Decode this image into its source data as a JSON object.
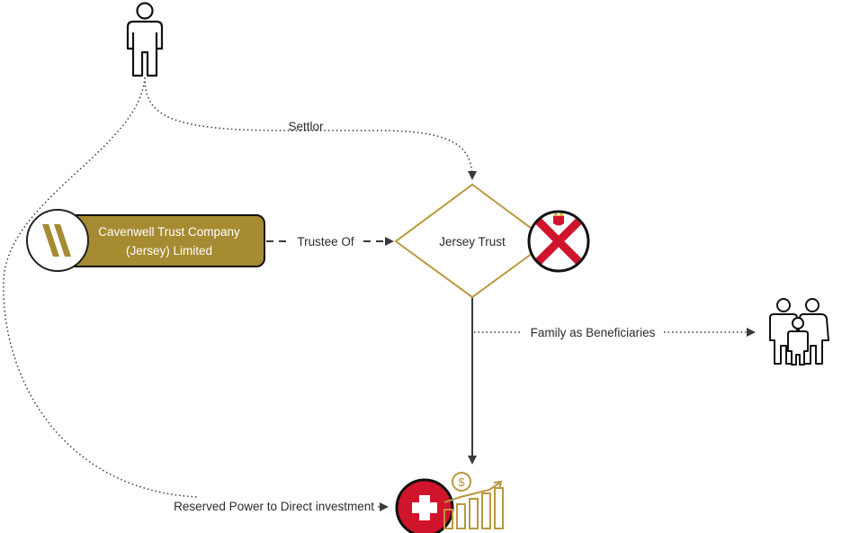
{
  "nodes": {
    "company": {
      "line1": "Cavenwell Trust Company",
      "line2": "(Jersey) Limited"
    },
    "trust": {
      "label": "Jersey Trust"
    }
  },
  "edges": {
    "settlor": "Settlor",
    "trustee_of": "Trustee Of",
    "beneficiaries": "Family as Beneficiaries",
    "reserved_power": "Reserved Power to Direct investment"
  },
  "icons": {
    "settlor_person": "person-outline-icon",
    "company_logo": "cavenwell-logo-icon",
    "jersey_flag": "jersey-flag-icon",
    "family": "family-outline-icon",
    "swiss_flag": "swiss-flag-icon",
    "investment": "investment-growth-icon"
  },
  "colors": {
    "gold": "#a68b32",
    "gold_line": "#b8983f",
    "red": "#d0142b",
    "line": "#3a3a3a"
  }
}
